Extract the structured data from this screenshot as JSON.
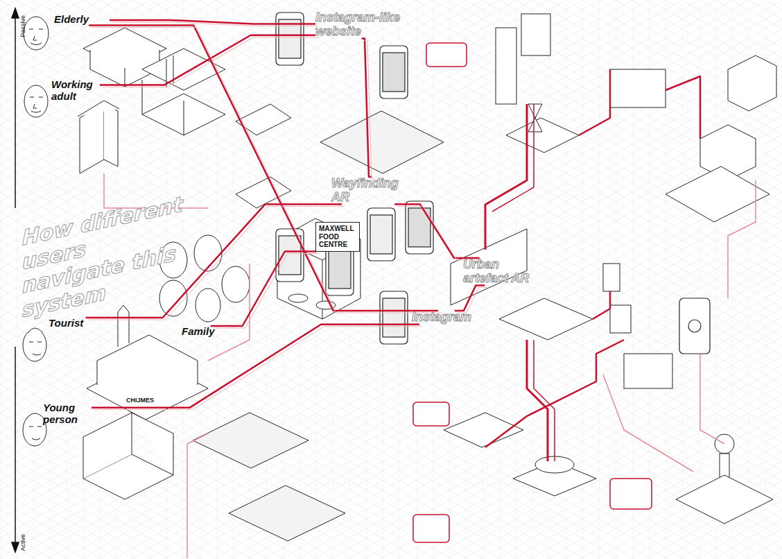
{
  "diagram": {
    "title": "How different users navigate this system",
    "nodes": [
      {
        "text": [
          "Elderly"
        ]
      },
      {
        "text": [
          "Working adult"
        ]
      },
      {
        "text": [
          "Instagram-like website"
        ]
      },
      {
        "text": [
          "Wayfinding AR"
        ]
      },
      {
        "text": [
          "Family"
        ]
      },
      {
        "text": [
          "MAXWELL FOOD CENTRE"
        ]
      },
      {
        "text": [
          "Urban artefact AR"
        ]
      },
      {
        "text": [
          "Tourist"
        ]
      },
      {
        "text": [
          "Instagram"
        ]
      },
      {
        "text": [
          "Young person"
        ]
      }
    ],
    "edges": [
      {
        "from": 0,
        "to": 2,
        "arrow": "none"
      },
      {
        "from": 1,
        "to": 2,
        "arrow": "none"
      },
      {
        "from": 0,
        "to": 8,
        "arrow": "none"
      },
      {
        "from": 2,
        "to": 3,
        "arrow": "none"
      },
      {
        "from": 4,
        "to": 5,
        "arrow": "none"
      },
      {
        "from": 7,
        "to": 3,
        "arrow": "none"
      },
      {
        "from": 9,
        "to": 8,
        "arrow": "none"
      },
      {
        "from": 3,
        "to": 6,
        "arrow": "none"
      },
      {
        "from": 8,
        "to": 6,
        "arrow": "none"
      }
    ],
    "labels": [
      "Passive",
      "Active",
      "CHIJMES"
    ]
  }
}
